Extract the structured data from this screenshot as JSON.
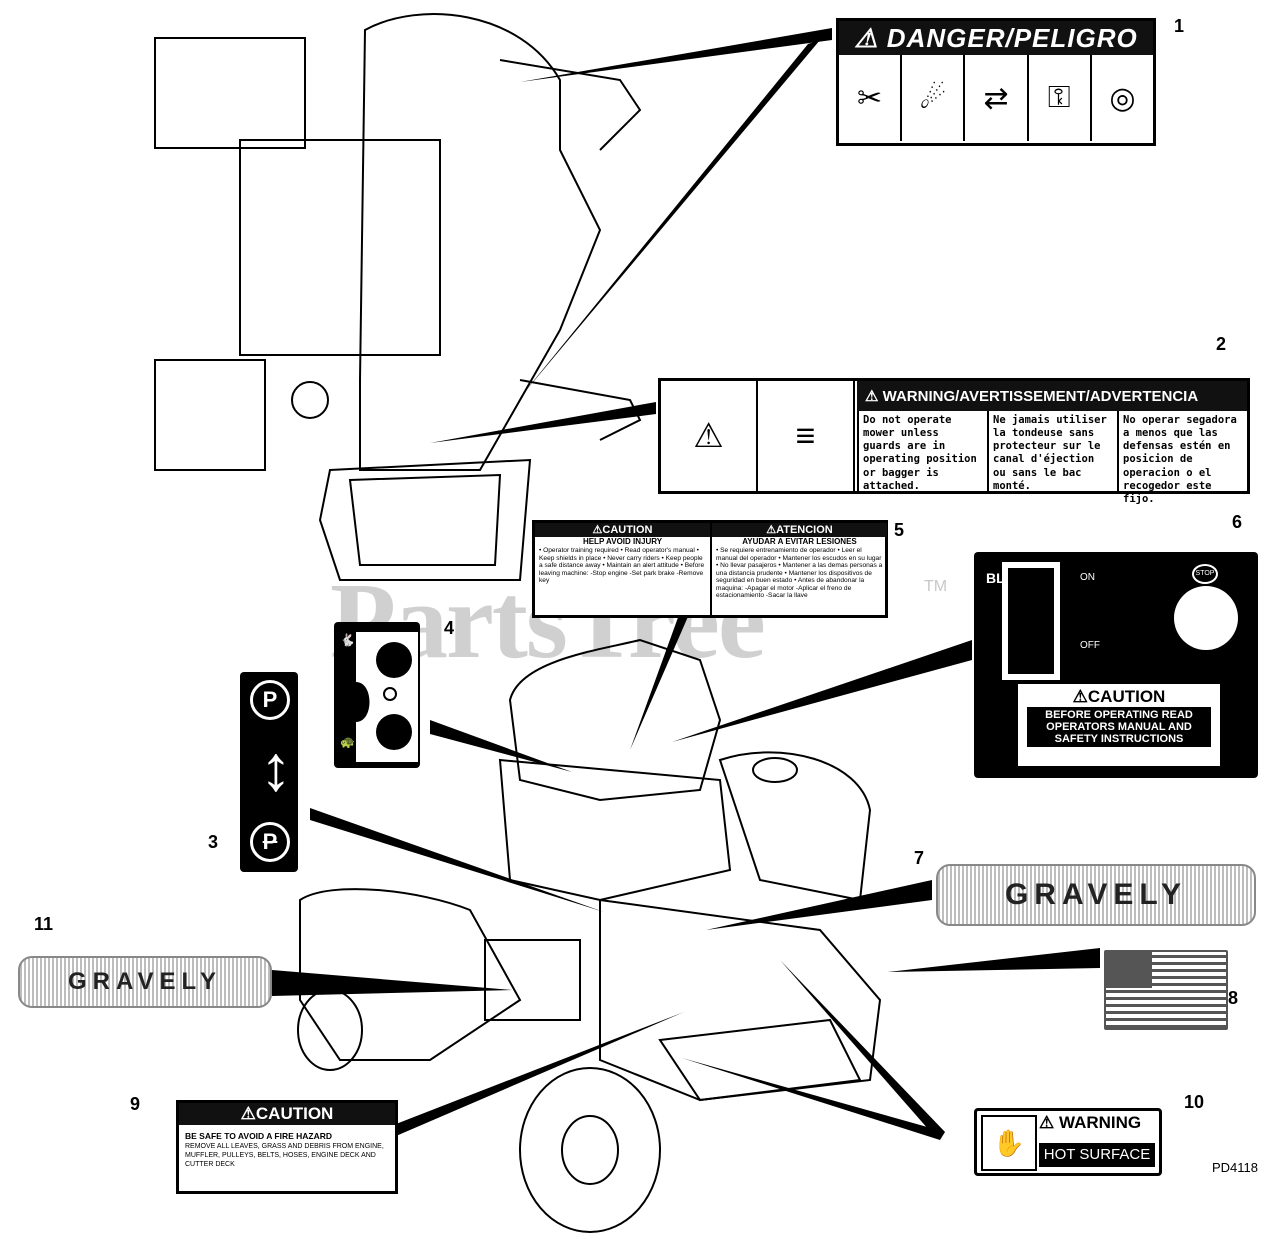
{
  "watermark": "PartsTree",
  "trademark": "TM",
  "diagram_code": "PD4118",
  "callouts": [
    "1",
    "2",
    "3",
    "4",
    "5",
    "6",
    "7",
    "8",
    "9",
    "10",
    "11"
  ],
  "label1": {
    "header": "⚠ DANGER/PELIGRO",
    "icons": [
      "mower-blade-icon",
      "thrown-object-icon",
      "bystander-distance-icon",
      "remove-key-icon",
      "rotating-blade-icon"
    ]
  },
  "label2": {
    "header": "⚠ WARNING/AVERTISSEMENT/ADVERTENCIA",
    "text_en": "Do not operate mower unless guards are in operating position or bagger is attached.",
    "text_fr": "Ne jamais utiliser la tondeuse sans protecteur sur le canal d'éjection ou sans le bac monté.",
    "text_es": "No operar segadora a menos que las defensas estén en posicion de operacion o el recogedor este fijo."
  },
  "label3": {
    "top_symbol": "P",
    "bottom_symbol": "P"
  },
  "label5": {
    "left_header": "⚠CAUTION",
    "left_sub": "HELP AVOID INJURY",
    "left_body": "• Operator training required • Read operator's manual • Keep shields in place • Never carry riders • Keep people a safe distance away • Maintain an alert attitude • Before leaving machine: -Stop engine -Set park brake -Remove key",
    "right_header": "⚠ATENCION",
    "right_sub": "AYUDAR A EVITAR LESIONES",
    "right_body": "• Se requiere entrenamiento de operador • Leer el manual del operador • Mantener los escudos en su lugar • No llevar pasajeros • Mantener a las demas personas a una distancia prudente • Mantener los dispositivos de seguridad en buen estado • Antes de abandonar la maquina: -Apagar el motor -Aplicar el freno de estacionamiento -Sacar la llave"
  },
  "label6": {
    "blade": "BLADE",
    "on": "ON",
    "off": "OFF",
    "stop": "STOP",
    "caution_header": "⚠CAUTION",
    "caution_body": "BEFORE OPERATING READ OPERATORS MANUAL AND SAFETY INSTRUCTIONS"
  },
  "label7": {
    "brand": "GRAVELY"
  },
  "label11": {
    "brand": "GRAVELY"
  },
  "label9": {
    "header": "⚠CAUTION",
    "line1": "BE SAFE  TO AVOID A FIRE HAZARD",
    "body": "REMOVE ALL LEAVES, GRASS AND DEBRIS FROM ENGINE, MUFFLER, PULLEYS, BELTS, HOSES, ENGINE DECK AND CUTTER DECK"
  },
  "label10": {
    "warning": "⚠ WARNING",
    "hot": "HOT SURFACE"
  }
}
